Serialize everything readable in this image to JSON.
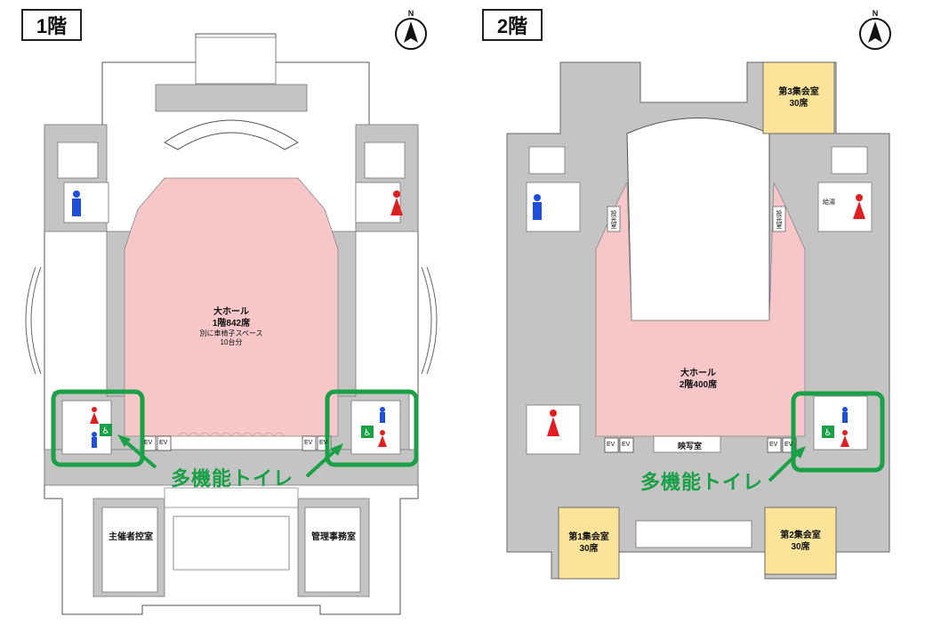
{
  "floor1": {
    "label": "1階",
    "north": "N",
    "hall": {
      "name": "大ホール",
      "seats": "1階842席",
      "note": "別に車椅子スペース",
      "note2": "10台分"
    },
    "rooms": {
      "organizer": "主催者控室",
      "office": "管理事務室"
    },
    "ev": [
      "EV",
      "EV",
      "EV",
      "EV"
    ],
    "multifunction_label": "多機能トイレ"
  },
  "floor2": {
    "label": "2階",
    "north": "N",
    "hall": {
      "name": "大ホール",
      "seats": "2階400席"
    },
    "rooms": {
      "meeting1_name": "第1集会室",
      "meeting1_seats": "30席",
      "meeting2_name": "第2集会室",
      "meeting2_seats": "30席",
      "meeting3_name": "第3集会室",
      "meeting3_seats": "30席",
      "projection": "映写室",
      "light_left": "投光室",
      "light_right": "投光室",
      "kyuto": "給湯"
    },
    "ev": [
      "EV",
      "EV",
      "EV",
      "EV"
    ],
    "multifunction_label": "多機能トイレ"
  },
  "colors": {
    "hall": "#f6c6c8",
    "room": "#fbe39a",
    "wall": "#bfbfbf",
    "highlight": "#1aa046",
    "male": "#1f4fd8",
    "female": "#e02020",
    "accessible": "#1aa046"
  },
  "icons": [
    "north-arrow-icon",
    "male-toilet-icon",
    "female-toilet-icon",
    "wheelchair-icon",
    "arrow-icon"
  ]
}
